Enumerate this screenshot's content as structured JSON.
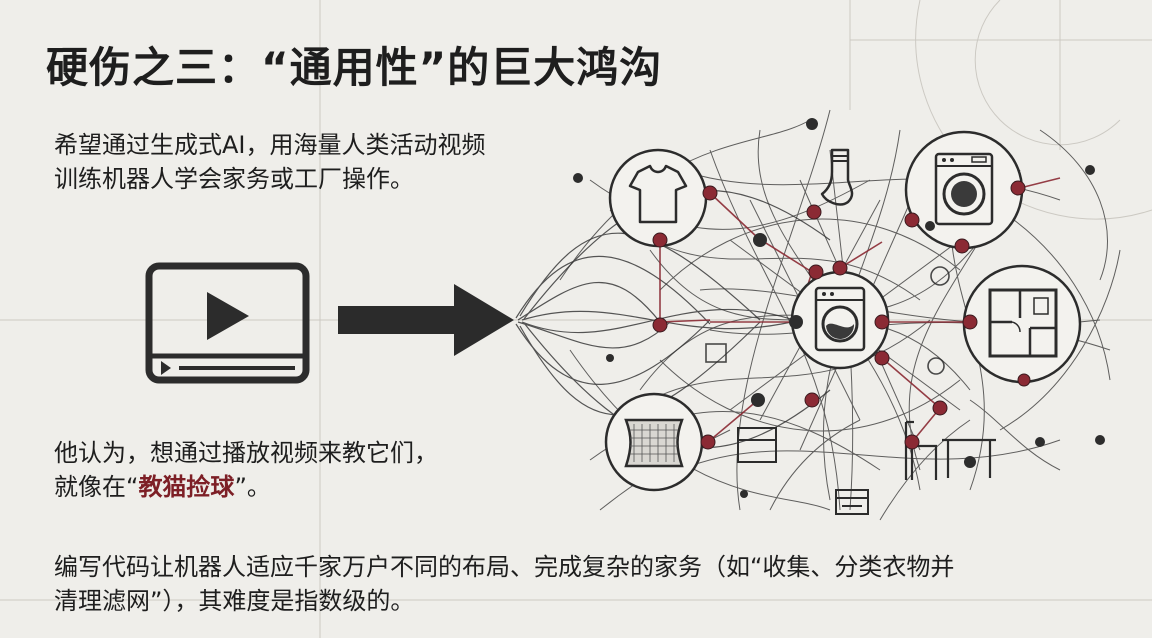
{
  "title": "硬伤之三：“通用性”的巨大鸿沟",
  "paragraph_1": {
    "line_1": "希望通过生成式AI，用海量人类活动视频",
    "line_2": "训练机器人学会家务或工厂操作。"
  },
  "paragraph_2": {
    "line_1": "他认为，想通过播放视频来教它们，",
    "line_2_prefix": "就像在",
    "line_2_open_quote": "“",
    "line_2_highlight": "教猫捡球",
    "line_2_close_quote": "”。"
  },
  "paragraph_3": {
    "line_1": "编写代码让机器人适应千家万户不同的布局、完成复杂的家务（如“收集、分类衣物并",
    "line_2": "清理滤网”），其难度是指数级的。"
  },
  "colors": {
    "background": "#efeeea",
    "text": "#1e1e1e",
    "accent": "#7d1f26",
    "network_dark": "#2d2d2d",
    "network_red": "#8b2a34"
  },
  "icons": [
    "video-play-icon",
    "right-arrow-icon",
    "tshirt-icon",
    "sock-icon",
    "washing-machine-icon",
    "floor-plan-icon",
    "filter-net-icon",
    "chair-icon",
    "table-icon",
    "box-icon",
    "shelf-icon"
  ]
}
